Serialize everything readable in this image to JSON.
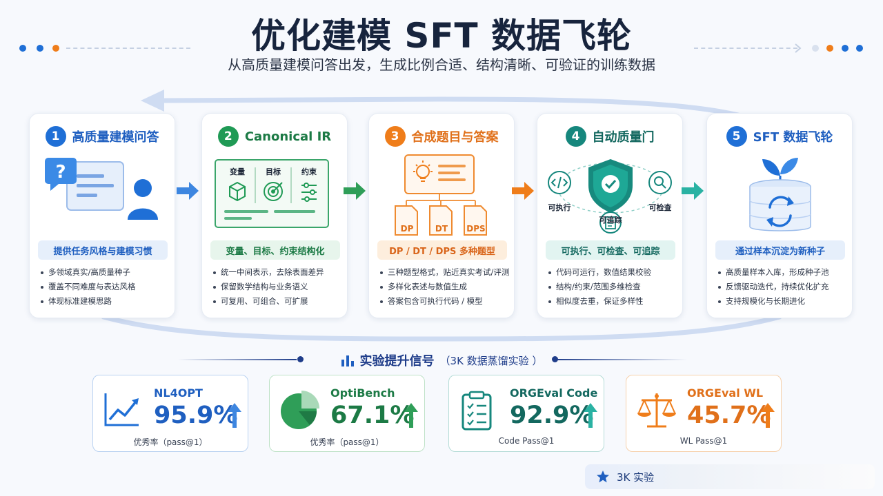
{
  "header": {
    "title": "优化建模 SFT 数据飞轮",
    "subtitle": "从高质量建模问答出发，生成比例合适、结构清晰、可验证的训练数据"
  },
  "colors": {
    "blue": "#1f6fd6",
    "green": "#1f9a55",
    "orange": "#ef7d1a",
    "teal": "#16877d",
    "navy": "#1f3d8a"
  },
  "stages": [
    {
      "number": "1",
      "title": "高质量建模问答",
      "icon": "chat-user-icon",
      "pill": "提供任务风格与建模习惯",
      "bullets": [
        "多领域真实/高质量种子",
        "覆盖不同难度与表达风格",
        "体现标准建模思路"
      ]
    },
    {
      "number": "2",
      "title": "Canonical IR",
      "icon": "ir-panel-icon",
      "panel_labels": [
        "变量",
        "目标",
        "约束"
      ],
      "pill": "变量、目标、约束结构化",
      "bullets": [
        "统一中间表示，去除表面差异",
        "保留数学结构与业务语义",
        "可复用、可组合、可扩展"
      ]
    },
    {
      "number": "3",
      "title": "合成题目与答案",
      "icon": "lightbulb-docs-icon",
      "doc_labels": [
        "DP",
        "DT",
        "DPS"
      ],
      "pill": "DP / DT / DPS 多种题型",
      "bullets": [
        "三种题型格式，贴近真实考试/评测",
        "多样化表述与数值生成",
        "答案包含可执行代码 / 模型"
      ]
    },
    {
      "number": "4",
      "title": "自动质量门",
      "icon": "shield-check-icon",
      "check_labels": [
        "可执行",
        "可检查",
        "可追踪"
      ],
      "pill": "可执行、可检查、可追踪",
      "bullets": [
        "代码可运行，数值结果校验",
        "结构/约束/范围多维检查",
        "相似度去重，保证多样性"
      ]
    },
    {
      "number": "5",
      "title": "SFT 数据飞轮",
      "icon": "database-sprout-icon",
      "pill": "通过样本沉淀为新种子",
      "bullets": [
        "高质量样本入库，形成种子池",
        "反馈驱动迭代，持续优化扩充",
        "支持规模化与长期进化"
      ]
    }
  ],
  "signal": {
    "title": "实验提升信号",
    "note": "（3K 数据蒸馏实验 ）"
  },
  "stats": [
    {
      "name": "NL4OPT",
      "value": "95.9%",
      "metric": "优秀率（pass@1）",
      "icon": "trend-chart-icon"
    },
    {
      "name": "OptiBench",
      "value": "67.1%",
      "metric": "优秀率（pass@1）",
      "icon": "pie-chart-icon"
    },
    {
      "name": "ORGEval Code",
      "value": "92.9%",
      "metric": "Code Pass@1",
      "icon": "clipboard-checklist-icon"
    },
    {
      "name": "ORGEval WL",
      "value": "45.7%",
      "metric": "WL Pass@1",
      "icon": "balance-scale-icon"
    }
  ],
  "footer_badge": "3K 实验"
}
